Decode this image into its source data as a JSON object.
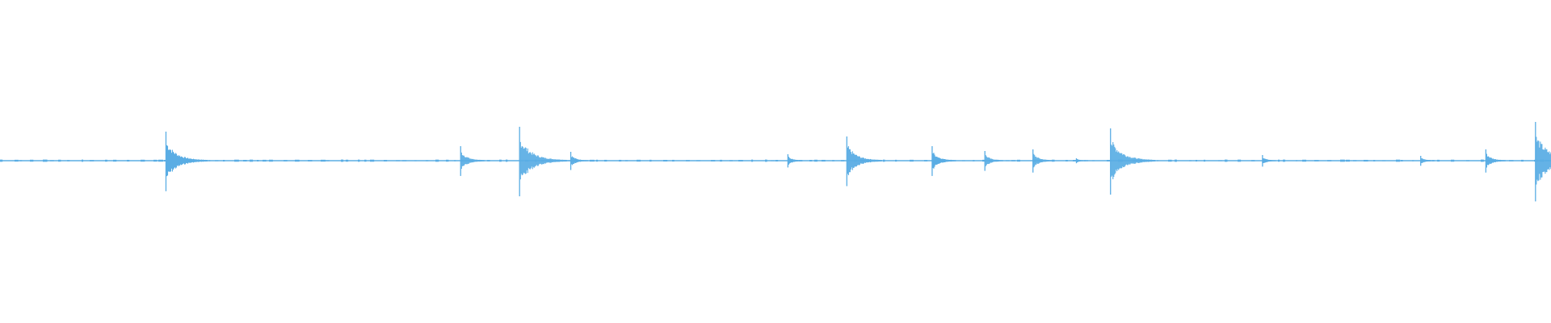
{
  "chart_data": {
    "type": "waveform",
    "color": "#5aade4",
    "background": "#ffffff",
    "amplitude_range": [
      -1,
      1
    ],
    "grid": false,
    "transients": [
      {
        "time_fraction": 0.107,
        "amplitude": 0.18
      },
      {
        "time_fraction": 0.297,
        "amplitude": 0.09
      },
      {
        "time_fraction": 0.335,
        "amplitude": 0.21
      },
      {
        "time_fraction": 0.368,
        "amplitude": 0.055
      },
      {
        "time_fraction": 0.508,
        "amplitude": 0.04
      },
      {
        "time_fraction": 0.546,
        "amplitude": 0.15
      },
      {
        "time_fraction": 0.601,
        "amplitude": 0.09
      },
      {
        "time_fraction": 0.635,
        "amplitude": 0.06
      },
      {
        "time_fraction": 0.666,
        "amplitude": 0.07
      },
      {
        "time_fraction": 0.694,
        "amplitude": 0.015
      },
      {
        "time_fraction": 0.716,
        "amplitude": 0.2
      },
      {
        "time_fraction": 0.814,
        "amplitude": 0.035
      },
      {
        "time_fraction": 0.916,
        "amplitude": 0.03
      },
      {
        "time_fraction": 0.958,
        "amplitude": 0.07
      },
      {
        "time_fraction": 0.99,
        "amplitude": 0.24
      }
    ]
  }
}
